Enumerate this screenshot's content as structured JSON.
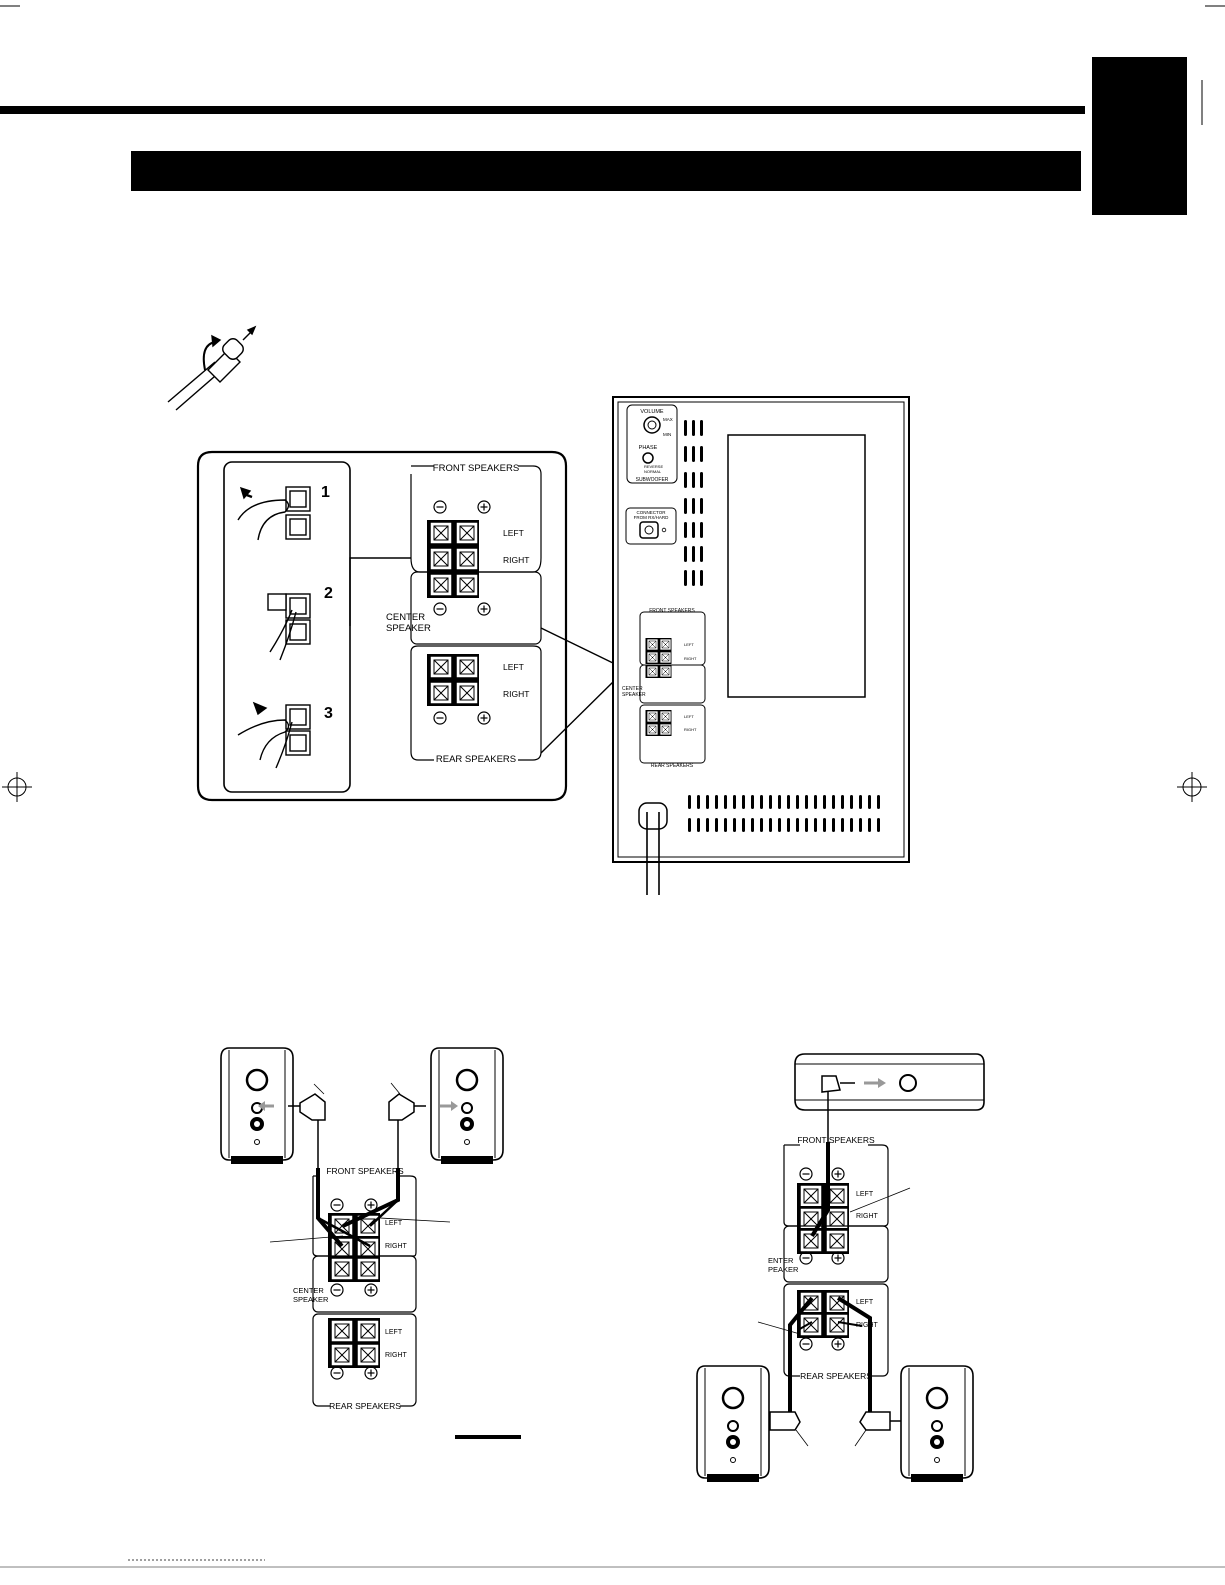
{
  "callout": {
    "steps": [
      "1",
      "2",
      "3"
    ],
    "front_speakers": "FRONT SPEAKERS",
    "center_speaker_line1": "CENTER",
    "center_speaker_line2": "SPEAKER",
    "rear_speakers": "REAR SPEAKERS",
    "left": "LEFT",
    "right": "RIGHT"
  },
  "rear_panel": {
    "volume": "VOLUME",
    "max": "MAX",
    "min": "MIN",
    "phase": "PHASE",
    "reverse": "REVERSE",
    "normal": "NORMAL",
    "subwoofer": "SUBWOOFER",
    "connector_line1": "CONNECTOR",
    "connector_line2": "FROM RX/HARD",
    "front_speakers": "FRONT SPEAKERS",
    "center_speaker_line1": "CENTER",
    "center_speaker_line2": "SPEAKER",
    "rear_speakers": "REAR SPEAKERS",
    "left": "LEFT",
    "right": "RIGHT"
  },
  "front_diagram": {
    "front_speakers": "FRONT SPEAKERS",
    "center_speaker_line1": "CENTER",
    "center_speaker_line2": "SPEAKER",
    "rear_speakers": "REAR SPEAKERS",
    "left": "LEFT",
    "right": "RIGHT"
  },
  "rear_diagram": {
    "front_speakers": "FRONT SPEAKERS",
    "center_speaker_line1": "ENTER",
    "center_speaker_line2": "PEAKER",
    "rear_speakers": "REAR SPEAKERS",
    "left": "LEFT",
    "right": "RIGHT"
  }
}
